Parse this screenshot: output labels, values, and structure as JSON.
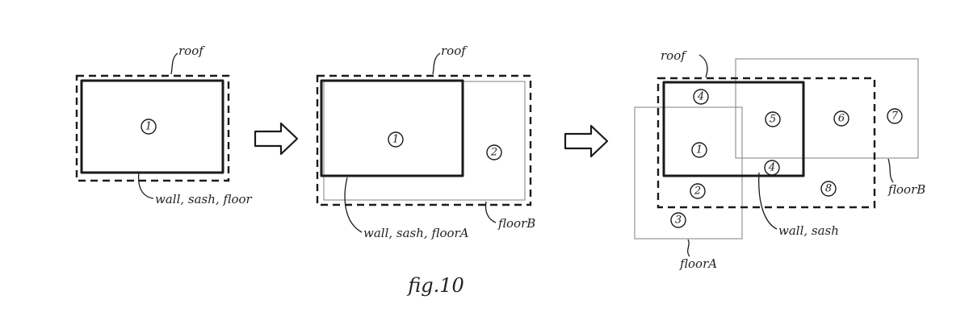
{
  "panel1": {
    "roof": "roof",
    "wall": "wall, sash, floor",
    "n1": "1"
  },
  "panel2": {
    "roof": "roof",
    "wall": "wall, sash, floorA",
    "floorB": "floorB",
    "n1": "1",
    "n2": "2"
  },
  "panel3": {
    "roof": "roof",
    "wall": "wall, sash",
    "floorA": "floorA",
    "floorB": "floorB",
    "n4a": "4",
    "n5": "5",
    "n6": "6",
    "n7": "7",
    "n1": "1",
    "n4b": "4",
    "n2": "2",
    "n8": "8",
    "n3": "3"
  },
  "caption": "fig.10"
}
